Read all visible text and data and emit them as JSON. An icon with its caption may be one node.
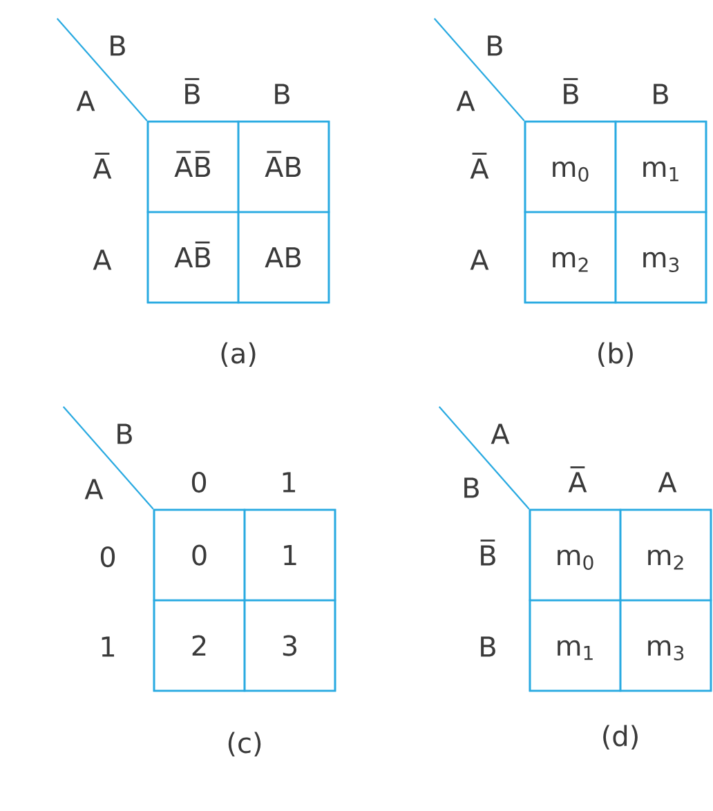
{
  "diagram": {
    "nodes": [
      {
        "text": [],
        "shape": "box",
        "beside": [
          "(a)"
        ]
      },
      {
        "text": [
          "A̅B̅"
        ],
        "in": 0
      },
      {
        "text": [
          "A̅B"
        ],
        "in": 0
      },
      {
        "text": [
          "AB̅"
        ],
        "in": 0
      },
      {
        "text": [
          "AB"
        ],
        "in": 0
      },
      {
        "text": [],
        "shape": "box",
        "beside": [
          "(b)"
        ]
      },
      {
        "text": [
          "m$_{0}$"
        ],
        "in": 5
      },
      {
        "text": [
          "m$_{1}$"
        ],
        "in": 5
      },
      {
        "text": [
          "m$_{2}$"
        ],
        "in": 5
      },
      {
        "text": [
          "m$_{3}$"
        ],
        "in": 5
      },
      {
        "text": [],
        "shape": "box",
        "beside": [
          "(c)"
        ]
      },
      {
        "text": [
          "0"
        ],
        "in": 10
      },
      {
        "text": [
          "1"
        ],
        "in": 10
      },
      {
        "text": [
          "2"
        ],
        "in": 10
      },
      {
        "text": [
          "3"
        ],
        "in": 10
      },
      {
        "text": [],
        "shape": "box",
        "beside": [
          "(d)"
        ]
      },
      {
        "text": [
          "m$_{0}$"
        ],
        "in": 15
      },
      {
        "text": [
          "m$_{2}$"
        ],
        "in": 15
      },
      {
        "text": [
          "m$_{1}$"
        ],
        "in": 15
      },
      {
        "text": [
          "m$_{3}$"
        ],
        "in": 15
      }
    ],
    "labels": [
      "B",
      "A",
      "B̅",
      "B",
      "A̅",
      "A",
      "B",
      "A",
      "B̅",
      "B",
      "A̅",
      "A",
      "B",
      "A",
      "0",
      "1",
      "0",
      "1",
      "A",
      "B",
      "A̅",
      "A",
      "B̅",
      "B"
    ]
  }
}
